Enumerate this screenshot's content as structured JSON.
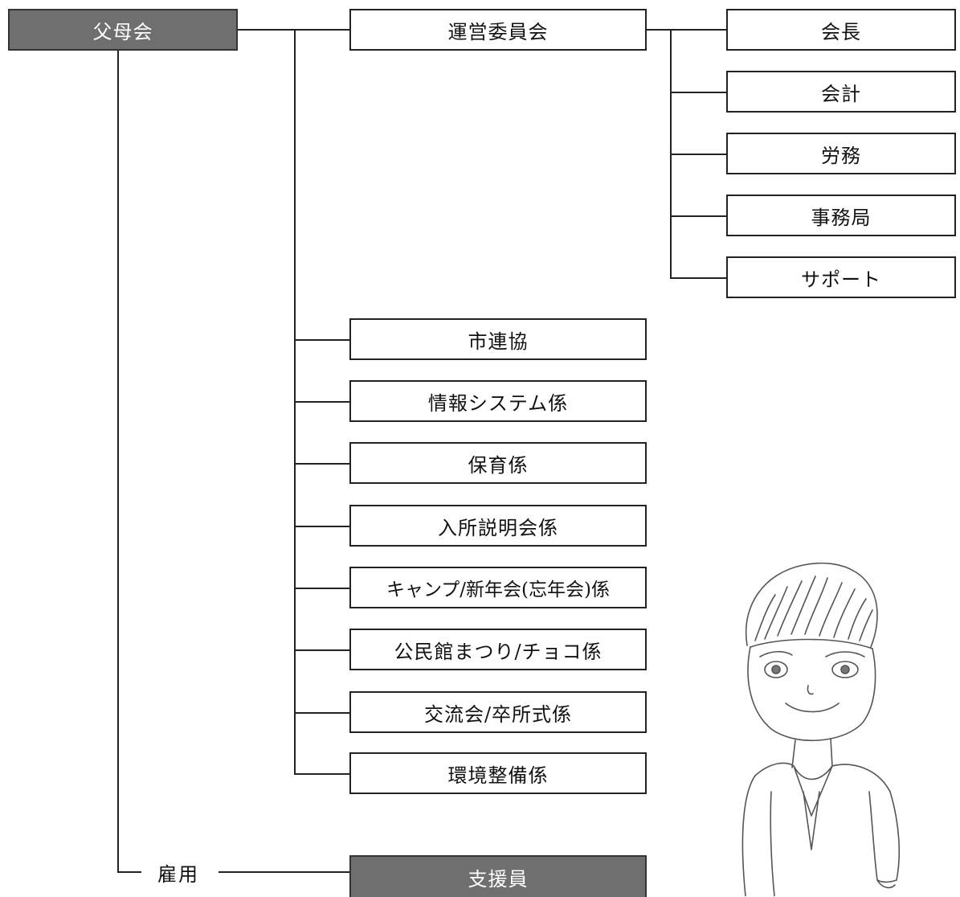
{
  "root": {
    "label": "父母会"
  },
  "steering": {
    "label": "運営委員会"
  },
  "officers": [
    "会長",
    "会計",
    "労務",
    "事務局",
    "サポート"
  ],
  "committees": [
    "市連協",
    "情報システム係",
    "保育係",
    "入所説明会係",
    "キャンプ/新年会(忘年会)係",
    "公民館まつり/チョコ係",
    "交流会/卒所式係",
    "環境整備係"
  ],
  "employment": {
    "label": "雇用"
  },
  "staff": {
    "label": "支援員"
  },
  "colors": {
    "dark_box": "#6f6f6f",
    "line": "#222222"
  }
}
